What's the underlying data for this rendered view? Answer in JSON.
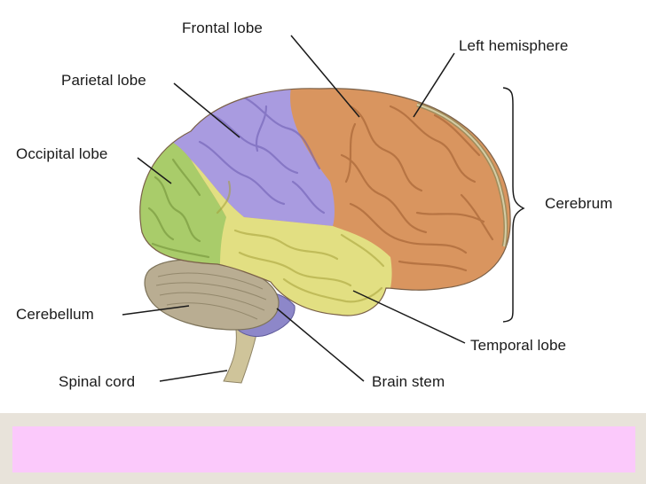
{
  "diagram": {
    "labels": {
      "frontal_lobe": "Frontal lobe",
      "left_hemisphere": "Left hemisphere",
      "parietal_lobe": "Parietal lobe",
      "occipital_lobe": "Occipital lobe",
      "cerebrum": "Cerebrum",
      "cerebellum": "Cerebellum",
      "temporal_lobe": "Temporal lobe",
      "spinal_cord": "Spinal cord",
      "brain_stem": "Brain stem"
    },
    "colors": {
      "frontal_lobe": "#d9955f",
      "parietal_lobe": "#a99be0",
      "occipital_lobe": "#a9cc6a",
      "temporal_lobe": "#e2df82",
      "cerebellum": "#b9ad92",
      "brain_stem": "#8d87c9",
      "spinal_cord": "#cfc49a",
      "caption_box": "#fbc9fb"
    }
  },
  "caption": {
    "text": ""
  }
}
